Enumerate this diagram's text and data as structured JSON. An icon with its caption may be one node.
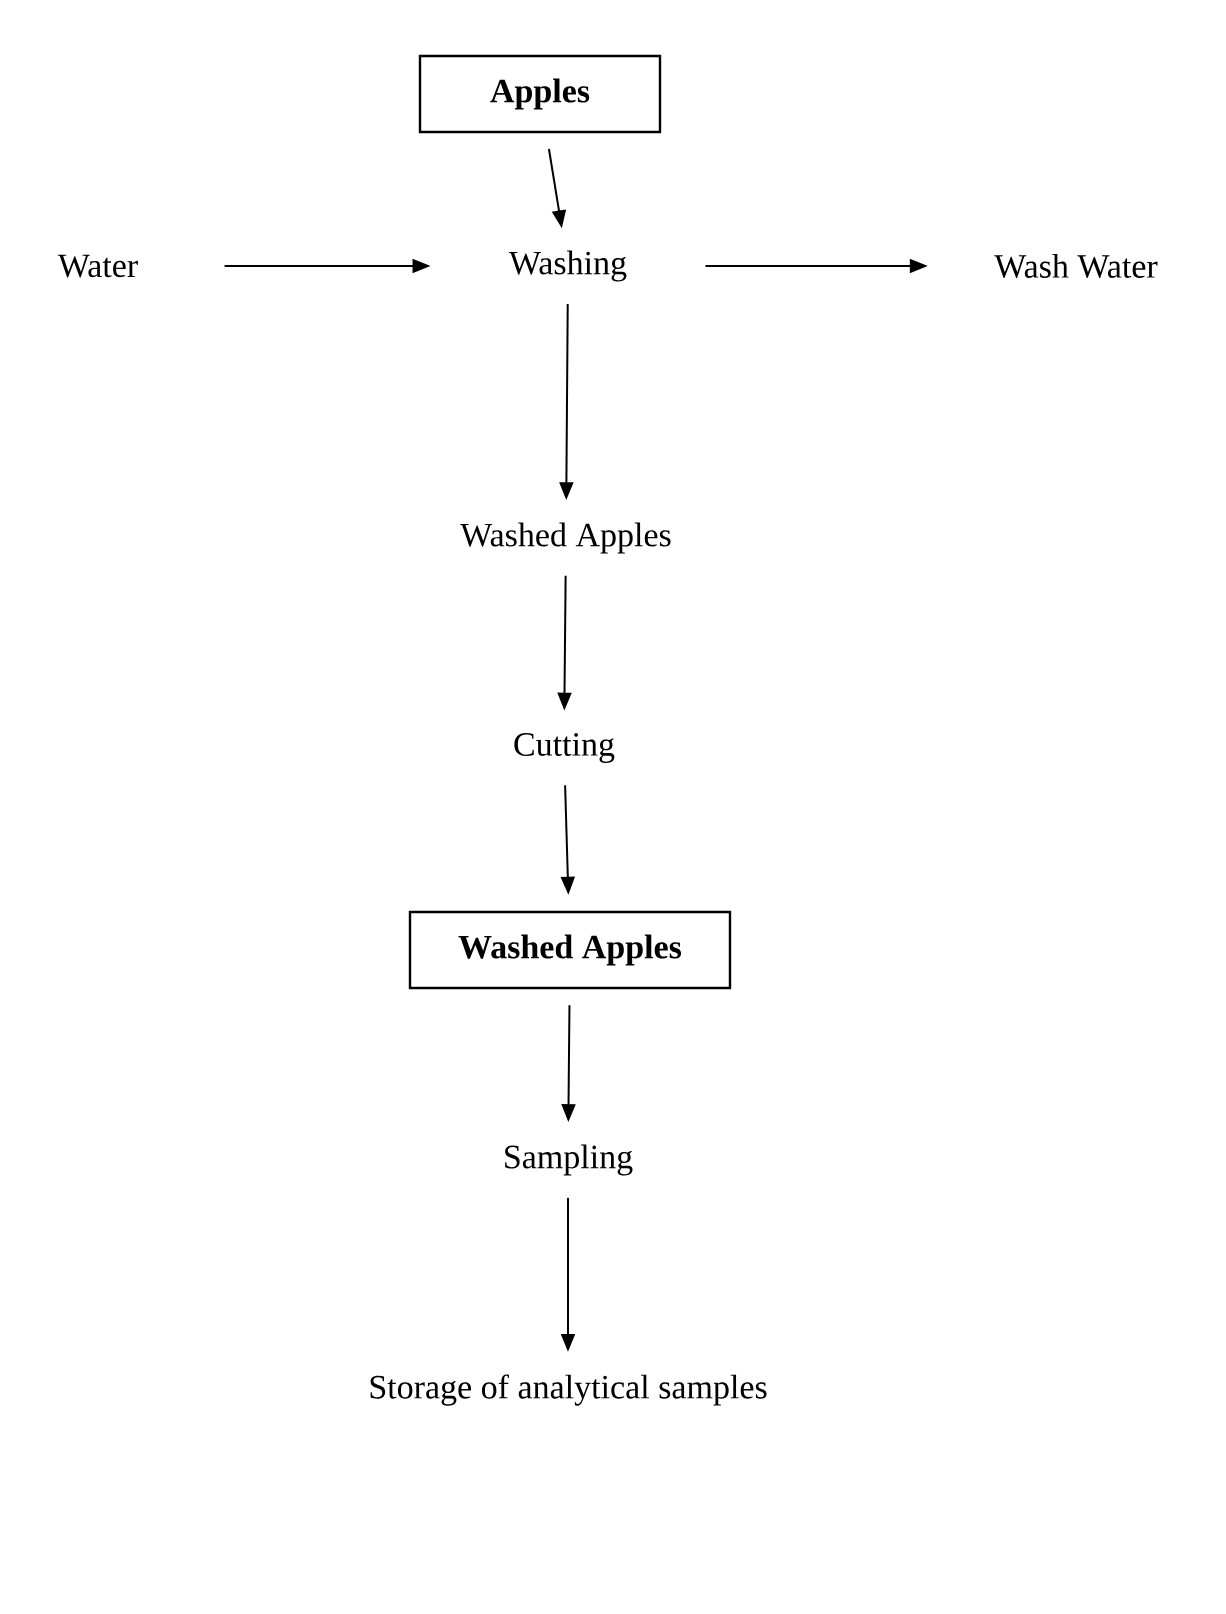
{
  "diagram": {
    "nodes": [
      {
        "text": [
          "Apples"
        ]
      },
      {
        "text": [
          "Water"
        ]
      },
      {
        "text": [
          "Washing"
        ]
      },
      {
        "text": [
          "Wash Water"
        ]
      },
      {
        "text": [
          "Washed Apples"
        ]
      },
      {
        "text": [
          "Cutting"
        ]
      },
      {
        "text": [
          "Washed Apples"
        ]
      },
      {
        "text": [
          "Sampling"
        ]
      },
      {
        "text": [
          "Storage of analytical samples"
        ]
      }
    ],
    "edges": [
      {
        "from": 0,
        "to": 2,
        "arrow": "to"
      },
      {
        "from": 1,
        "to": 2,
        "arrow": "to"
      },
      {
        "from": 2,
        "to": 3,
        "arrow": "to"
      },
      {
        "from": 2,
        "to": 4,
        "arrow": "to"
      },
      {
        "from": 4,
        "to": 5,
        "arrow": "to"
      },
      {
        "from": 5,
        "to": 6,
        "arrow": "to"
      },
      {
        "from": 6,
        "to": 7,
        "arrow": "to"
      },
      {
        "from": 7,
        "to": 8,
        "arrow": "to"
      }
    ]
  }
}
